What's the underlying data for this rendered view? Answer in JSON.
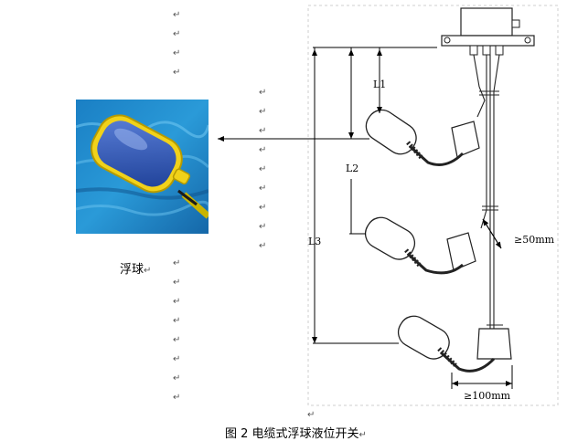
{
  "photo_caption": "浮球",
  "figure_caption": "图 2 电缆式浮球液位开关",
  "return_mark": "↵",
  "labels": {
    "l1": "L1",
    "l2": "L2",
    "l3": "L3",
    "spacing_50": "≥50mm",
    "spacing_100": "≥100mm"
  }
}
